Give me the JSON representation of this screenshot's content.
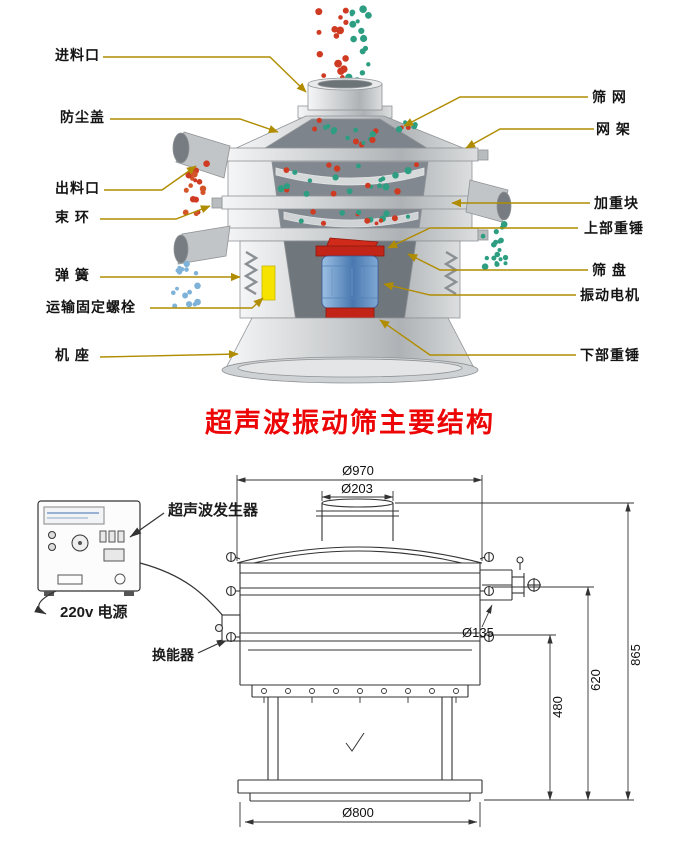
{
  "page": {
    "title": "超声波振动筛主要结构"
  },
  "structure_diagram": {
    "left_labels": [
      "进料口",
      "防尘盖",
      "出料口",
      "束 环",
      "弹 簧",
      "运输固定螺栓",
      "机 座"
    ],
    "right_labels": [
      "筛 网",
      "网 架",
      "加重块",
      "上部重锤",
      "筛 盘",
      "振动电机",
      "下部重锤"
    ]
  },
  "dimension_drawing": {
    "generator_label": "超声波发生器",
    "power_label": "220v 电源",
    "transducer_label": "换能器",
    "dimensions": {
      "top_diameter": "Ø970",
      "inlet_diameter": "Ø203",
      "flange_diameter": "Ø135",
      "base_diameter": "Ø800",
      "total_height": "865",
      "upper_height": "620",
      "lower_height": "480"
    }
  },
  "colors": {
    "title": "#ec0606",
    "leader_line": "#b08c00",
    "drawing_line": "#333333",
    "particle_red": "#cf3a22",
    "particle_green": "#2e9e82",
    "particle_blue": "#7fb2d8",
    "motor_blue": "#4878b0",
    "hammer_red": "#c22418",
    "bolt_yellow": "#f6e400"
  }
}
